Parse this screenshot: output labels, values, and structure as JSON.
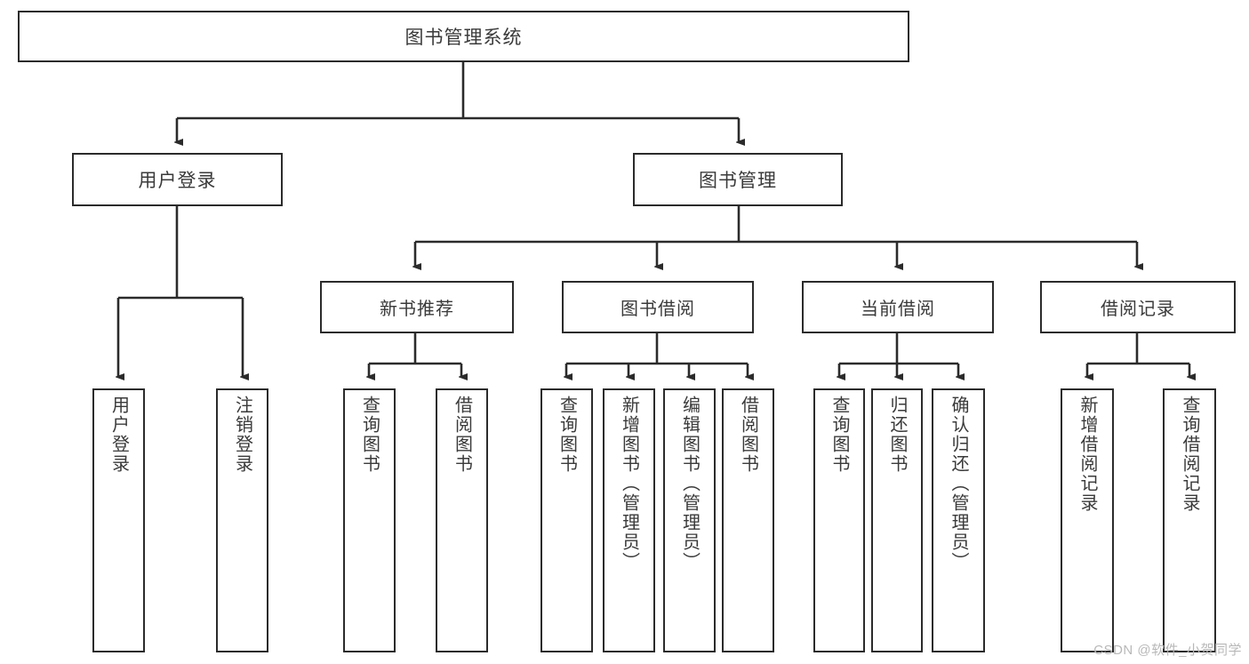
{
  "diagram": {
    "title": "图书管理系统",
    "type": "hierarchy-tree",
    "colors": {
      "background": "#ffffff",
      "border": "#2b2b2b",
      "text": "#3a3a3a",
      "edge": "#2b2b2b",
      "watermark": "#b8b8b8"
    },
    "root": {
      "label": "图书管理系统"
    },
    "level1": [
      {
        "label": "用户登录"
      },
      {
        "label": "图书管理"
      }
    ],
    "level2": [
      {
        "label": "新书推荐"
      },
      {
        "label": "图书借阅"
      },
      {
        "label": "当前借阅"
      },
      {
        "label": "借阅记录"
      }
    ],
    "leaves": {
      "user_login": [
        {
          "label": "用户登录"
        },
        {
          "label": "注销登录"
        }
      ],
      "new_book_recommend": [
        {
          "label": "查询图书"
        },
        {
          "label": "借阅图书"
        }
      ],
      "book_borrow": [
        {
          "label": "查询图书"
        },
        {
          "label": "新增图书（管理员）"
        },
        {
          "label": "编辑图书（管理员）"
        },
        {
          "label": "借阅图书"
        }
      ],
      "current_borrow": [
        {
          "label": "查询图书"
        },
        {
          "label": "归还图书"
        },
        {
          "label": "确认归还（管理员）"
        }
      ],
      "borrow_record": [
        {
          "label": "新增借阅记录"
        },
        {
          "label": "查询借阅记录"
        }
      ]
    }
  },
  "watermark": {
    "text": "CSDN @软件_小贺同学"
  }
}
